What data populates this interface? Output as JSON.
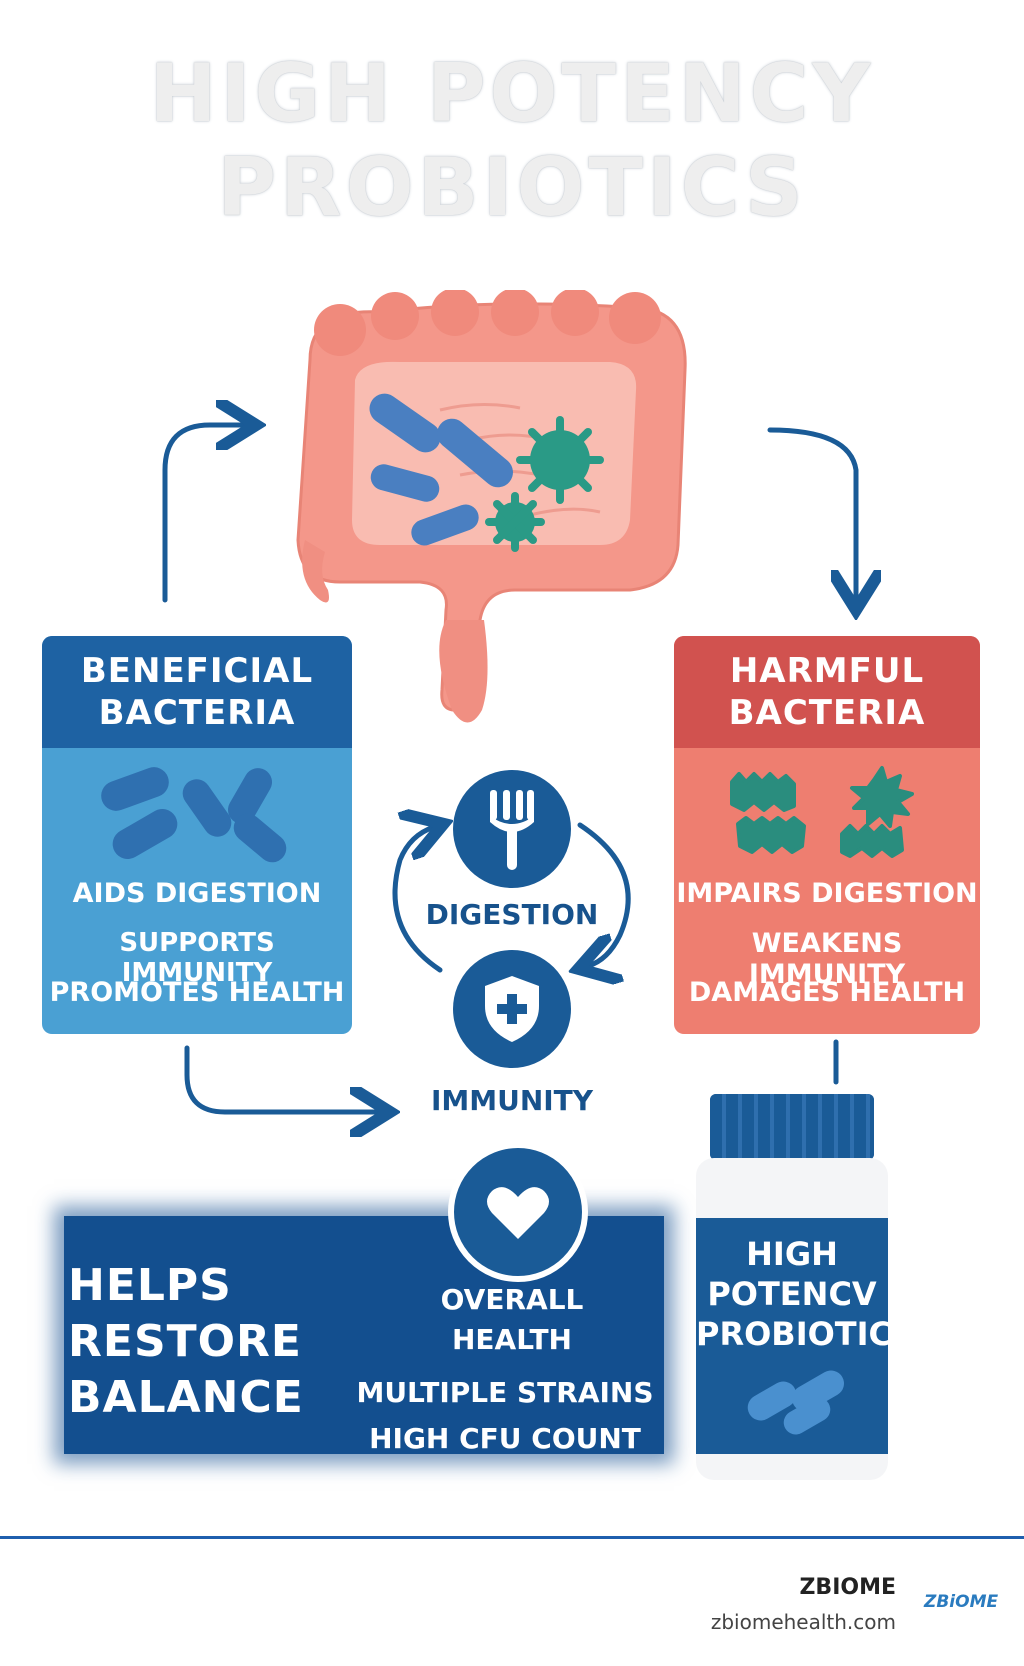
{
  "title": {
    "line1": "HIGH POTENCY",
    "line2": "PROBIOTICS"
  },
  "beneficial": {
    "heading_line1": "BENEFICIAL",
    "heading_line2": "BACTERIA",
    "items": [
      "AIDS DIGESTION",
      "SUPPORTS IMMUNITY",
      "PROMOTES HEALTH"
    ]
  },
  "harmful": {
    "heading_line1": "HARMFUL",
    "heading_line2": "BACTERIA",
    "items": [
      "IMPAIRS DIGESTION",
      "WEAKENS IMMUNITY",
      "DAMAGES HEALTH"
    ]
  },
  "center": {
    "digestion": "DIGESTION",
    "immunity": "IMMUNITY",
    "overall_line1": "OVERALL",
    "overall_line2": "HEALTH"
  },
  "banner": {
    "restore_lines": [
      "HELPS",
      "RESTORE",
      "BALANCE"
    ],
    "strains": "MULTIPLE STRAINS",
    "cfu": "HIGH CFU COUNT"
  },
  "bottle": {
    "lines": [
      "HIGH",
      "POTENCV",
      "PROBIOTIC"
    ]
  },
  "footer": {
    "brand": "ZBIOME",
    "url": "zbiomehealth.com",
    "logo_text": "ZBiOME"
  },
  "colors": {
    "blue_dark": "#1a5b97",
    "blue_light": "#4aa0d3",
    "red_dark": "#d1524f",
    "red_light": "#ee7e70",
    "colon": "#f4978a",
    "teal": "#2a9a86"
  },
  "icons": [
    "fork-icon",
    "shield-plus-icon",
    "heart-icon",
    "arrow-icon"
  ]
}
